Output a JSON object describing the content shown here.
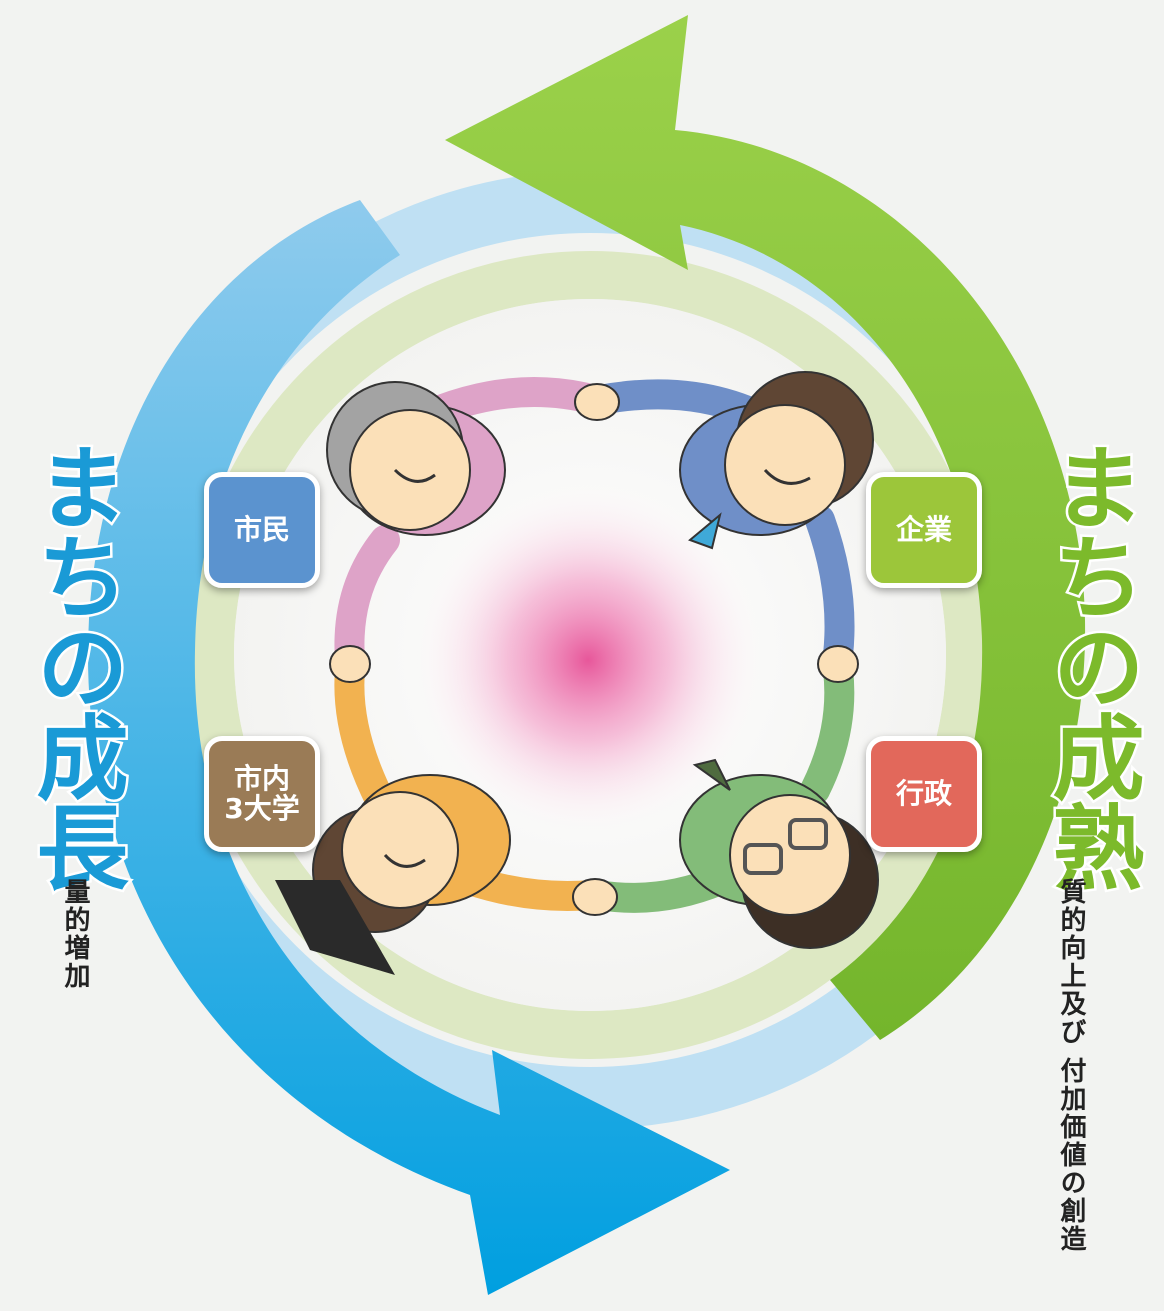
{
  "left": {
    "title": "まちの成長",
    "subtitle": "量的増加",
    "color": "#1a9ad6"
  },
  "right": {
    "title": "まちの成熟",
    "subtitle": "質的向上及び\n付加価値の創造",
    "color": "#7cba2b"
  },
  "tags": {
    "shimin": "市民",
    "daigaku": "市内\n3大学",
    "kigyo": "企業",
    "gyosei": "行政"
  },
  "colors": {
    "blue_arrow": "#12a3e0",
    "green_arrow": "#7ec134",
    "outer_ring": "#bfe0f3",
    "inner_ring": "#dde8c3",
    "center_glow": "#e64e95"
  }
}
